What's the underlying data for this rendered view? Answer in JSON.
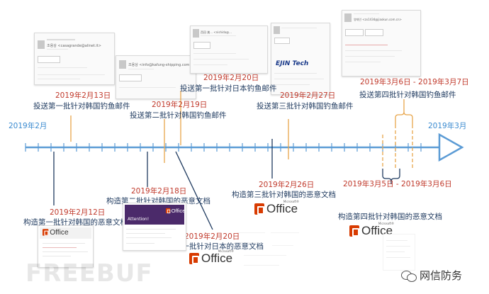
{
  "timeline": {
    "start_label": "2019年2月",
    "end_label": "2019年3月"
  },
  "events_above": [
    {
      "date": "2019年2月13日",
      "desc": "投送第一批针对韩国钓鱼邮件"
    },
    {
      "date": "2019年2月19日",
      "desc": "投送第二批针对韩国钓鱼邮件"
    },
    {
      "date": "2019年2月20日",
      "desc": "投送第一批针对日本钓鱼邮件"
    },
    {
      "date": "2019年2月27日",
      "desc": "投送第三批针对韩国钓鱼邮件"
    },
    {
      "date": "2019年3月6日 - 2019年3月7日",
      "desc": "投送第四批针对韩国钓鱼邮件"
    }
  ],
  "events_below": [
    {
      "date": "2019年2月12日",
      "desc": "构造第一批针对韩国的恶意文档"
    },
    {
      "date": "2019年2月18日",
      "desc": "构造第二批针对韩国的恶意文档"
    },
    {
      "date": "2019年2月20日",
      "desc": "构造第一批针对日本的恶意文档"
    },
    {
      "date": "2019年2月26日",
      "desc": "构造第三批针对韩国的恶意文档"
    },
    {
      "date": "2019年3月5日 - 2019年3月6日",
      "desc": "构造第四批针对韩国的恶意文档"
    }
  ],
  "office_logo": {
    "text": "Office",
    "superscript": "Microsoft®"
  },
  "attention_text": "Attention!",
  "watermark": {
    "left": "FREEBUF",
    "right": "网信防务"
  },
  "email_thumbs": [
    {
      "sender": "조용상 <casagrande@alinet.it>"
    },
    {
      "sender": "조용상 <info@kafung-shipping.com>"
    },
    {
      "sender": "西田 美... <nishida@..."
    },
    {
      "sender": "EJIN Tech"
    },
    {
      "sender": "영재인 <zx1434@jiaokun.com.cn>"
    }
  ],
  "colors": {
    "axis": "#5b9bd5",
    "date": "#c0392b",
    "desc": "#1f3a5f",
    "office": "#d83b01"
  }
}
